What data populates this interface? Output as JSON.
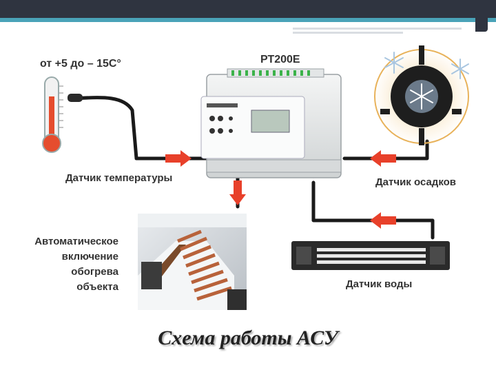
{
  "labels": {
    "range": "от +5 до – 15С°",
    "device": "РТ200Е",
    "temp_sensor": "Датчик температуры",
    "precip_sensor": "Датчик осадков",
    "water_sensor": "Датчик воды",
    "auto_line1": "Автоматическое",
    "auto_line2": "включение",
    "auto_line3": "обогрева",
    "auto_line4": "объекта"
  },
  "caption": "Схема работы АСУ",
  "colors": {
    "arrow": "#e8402a",
    "cable": "#1a1a1a",
    "accent": "#4aa3b8",
    "header": "#2f3440"
  }
}
